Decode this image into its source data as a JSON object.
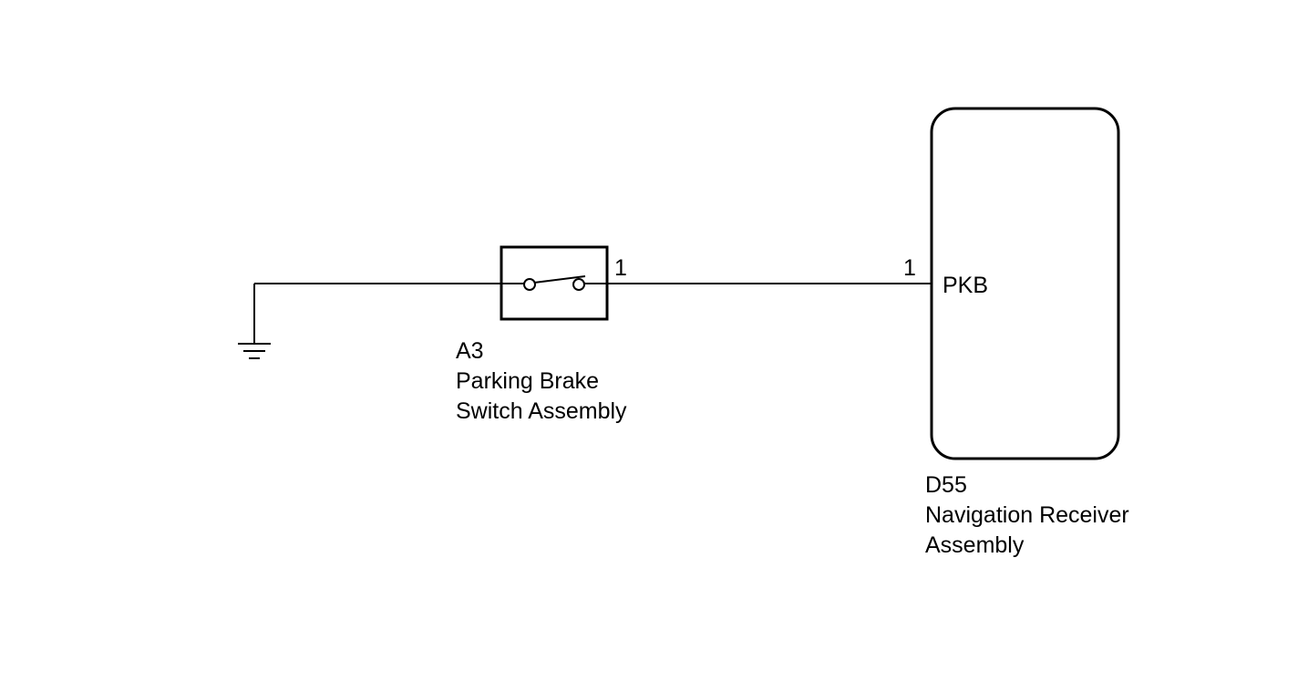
{
  "ground": {
    "icon": "ground-symbol-icon"
  },
  "switch_component": {
    "code": "A3",
    "name_line1": "Parking Brake",
    "name_line2": "Switch Assembly",
    "pin": "1",
    "icon": "switch-open-icon"
  },
  "receiver_component": {
    "code": "D55",
    "name_line1": "Navigation Receiver",
    "name_line2": "Assembly",
    "pin": "1",
    "terminal": "PKB"
  },
  "colors": {
    "line": "#000000",
    "background": "#ffffff"
  }
}
